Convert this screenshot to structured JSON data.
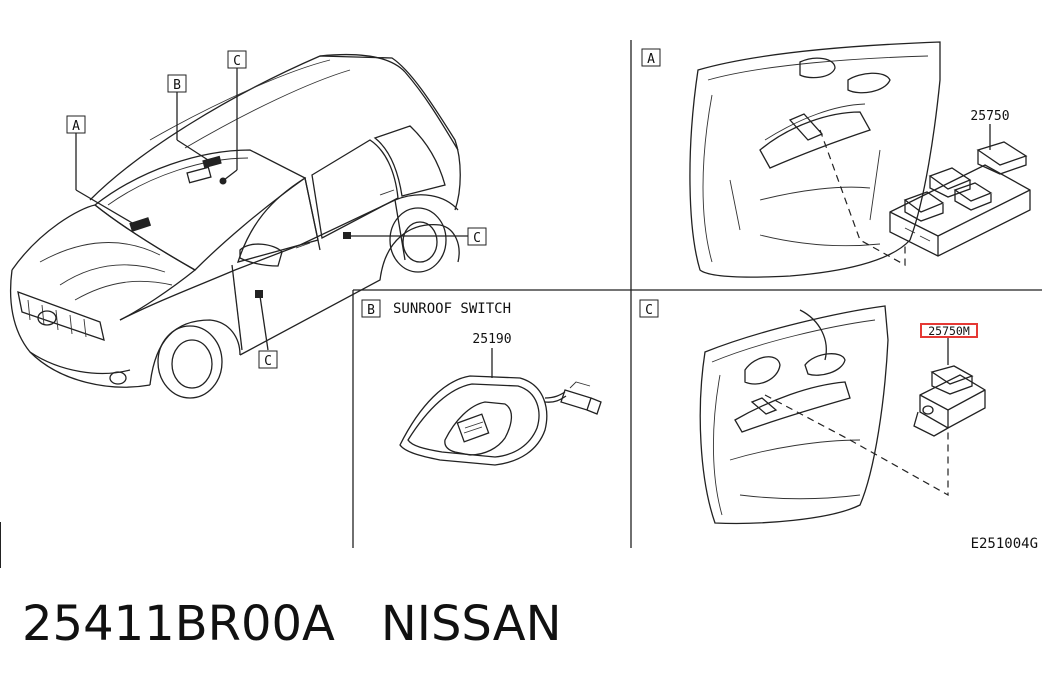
{
  "callouts": {
    "a_main": "A",
    "b_main": "B",
    "c_top": "C",
    "c_right": "C",
    "c_bottom": "C"
  },
  "panels": {
    "a": {
      "tag": "A",
      "part": "25750"
    },
    "b": {
      "tag": "B",
      "title": "SUNROOF SWITCH",
      "part": "25190"
    },
    "c": {
      "tag": "C",
      "part": "25750M"
    }
  },
  "diagram_code": "E251004G",
  "footer": {
    "part_number": "25411BR00A",
    "brand": "NISSAN"
  },
  "colors": {
    "highlight": "#e53935",
    "ink": "#222222"
  }
}
